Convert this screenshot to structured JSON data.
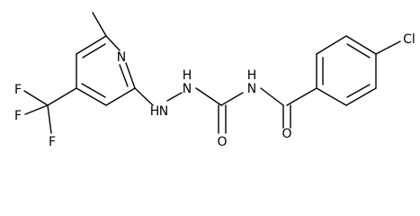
{
  "molecule": {
    "atoms": {
      "n_pyridine": "N",
      "nh_1": "H",
      "nh_1_n": "N",
      "nh_2": "N",
      "nh_2_h": "H",
      "nh_3": "N",
      "nh_3_h": "H",
      "o_urea": "O",
      "o_amide": "O",
      "cl": "Cl",
      "f_1": "F",
      "f_2": "F",
      "f_3": "F"
    }
  }
}
